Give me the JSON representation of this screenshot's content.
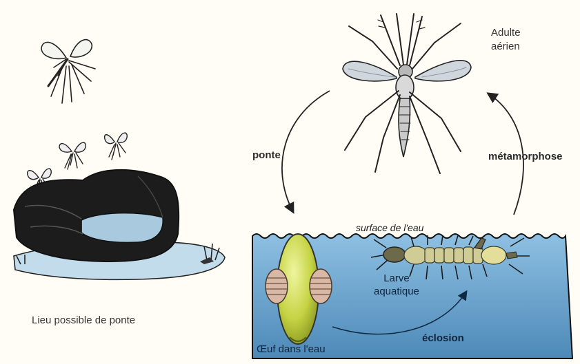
{
  "labels": {
    "adult": "Adulte\naérien",
    "ponte": "ponte",
    "metamorphose": "métamorphose",
    "surface": "surface de l'eau",
    "larve": "Larve\naquatique",
    "eclosion": "éclosion",
    "oeuf": "Œuf dans l'eau",
    "lieu": "Lieu possible de ponte"
  },
  "colors": {
    "water_top": "#7fb2d8",
    "water_bottom": "#4d89b8",
    "egg": "#c9d649",
    "bucket": "#1c1c1c",
    "larva": "#c8c48a",
    "background": "#fffdf6"
  }
}
